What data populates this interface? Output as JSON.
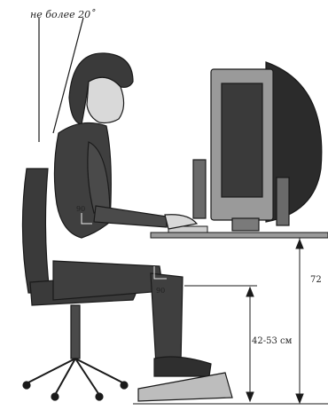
{
  "labels": {
    "tilt_angle": "не более 20˚",
    "knee_angle": "90",
    "elbow_angle": "90",
    "seat_height": "42-53 см",
    "desk_height": "72"
  },
  "colors": {
    "ink": "#1a1a1a",
    "body_fill": "#4a4a4a",
    "body_dark": "#2f2f2f",
    "skin_fill": "#d9d9d9",
    "chair_fill": "#3a3a3a",
    "monitor_fill": "#8a8a8a",
    "monitor_dark": "#2b2b2b",
    "floor": "#bdbdbd"
  }
}
